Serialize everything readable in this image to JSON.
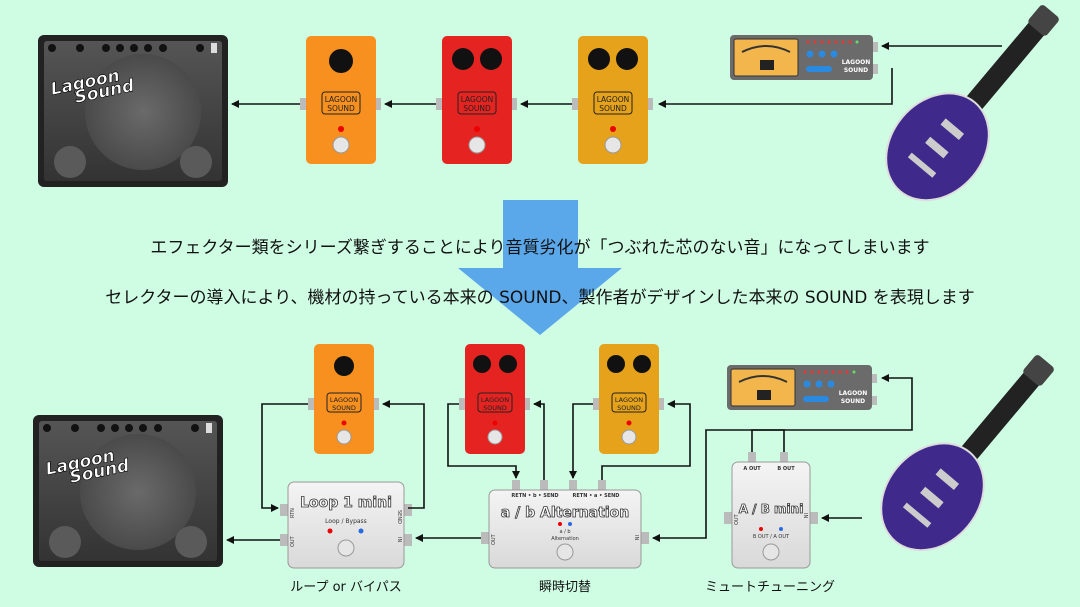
{
  "captions": {
    "line1": "エフェクター類をシリーズ繋ぎすることにより音質劣化が「つぶれた芯のない音」になってしまいます",
    "line2": "セレクターの導入により、機材の持っている本来の SOUND、製作者がデザインした本来の SOUND を表現します"
  },
  "amp": {
    "brand_line1": "Lagoon",
    "brand_line2": "Sound"
  },
  "pedal_brand": {
    "line1": "LAGOON",
    "line2": "SOUND"
  },
  "tuner_brand": {
    "line1": "LAGOON",
    "line2": "SOUND"
  },
  "switchers": {
    "loop": {
      "title": "Loop 1 mini",
      "sub": "Loop / Bypass",
      "jack_send": "SEND",
      "jack_rtn": "RTN",
      "jack_in": "IN",
      "jack_out": "OUT"
    },
    "ab_alt": {
      "title": "a / b Alternation",
      "jacks_left": "RETN • b • SEND",
      "jacks_right": "RETN • a • SEND",
      "sub1": "a / b",
      "sub2": "Alternation",
      "jack_in": "IN",
      "jack_out": "OUT"
    },
    "ab_mini": {
      "title": "A / B mini",
      "jack_a_out": "A OUT",
      "jack_b_out": "B OUT",
      "sub": "B OUT / A OUT",
      "jack_in": "IN",
      "jack_out": "OUT"
    }
  },
  "bottom_labels": {
    "loop": "ループ or バイパス",
    "ab_alt": "瞬時切替",
    "ab_mini": "ミュートチューニング"
  },
  "colors": {
    "background": "#cffde4",
    "orange_pedal": "#f7901e",
    "red_pedal": "#e52421",
    "yellow_pedal": "#e5a21a",
    "arrow": "#5aa7ea",
    "guitar": "#3f2a8c"
  }
}
